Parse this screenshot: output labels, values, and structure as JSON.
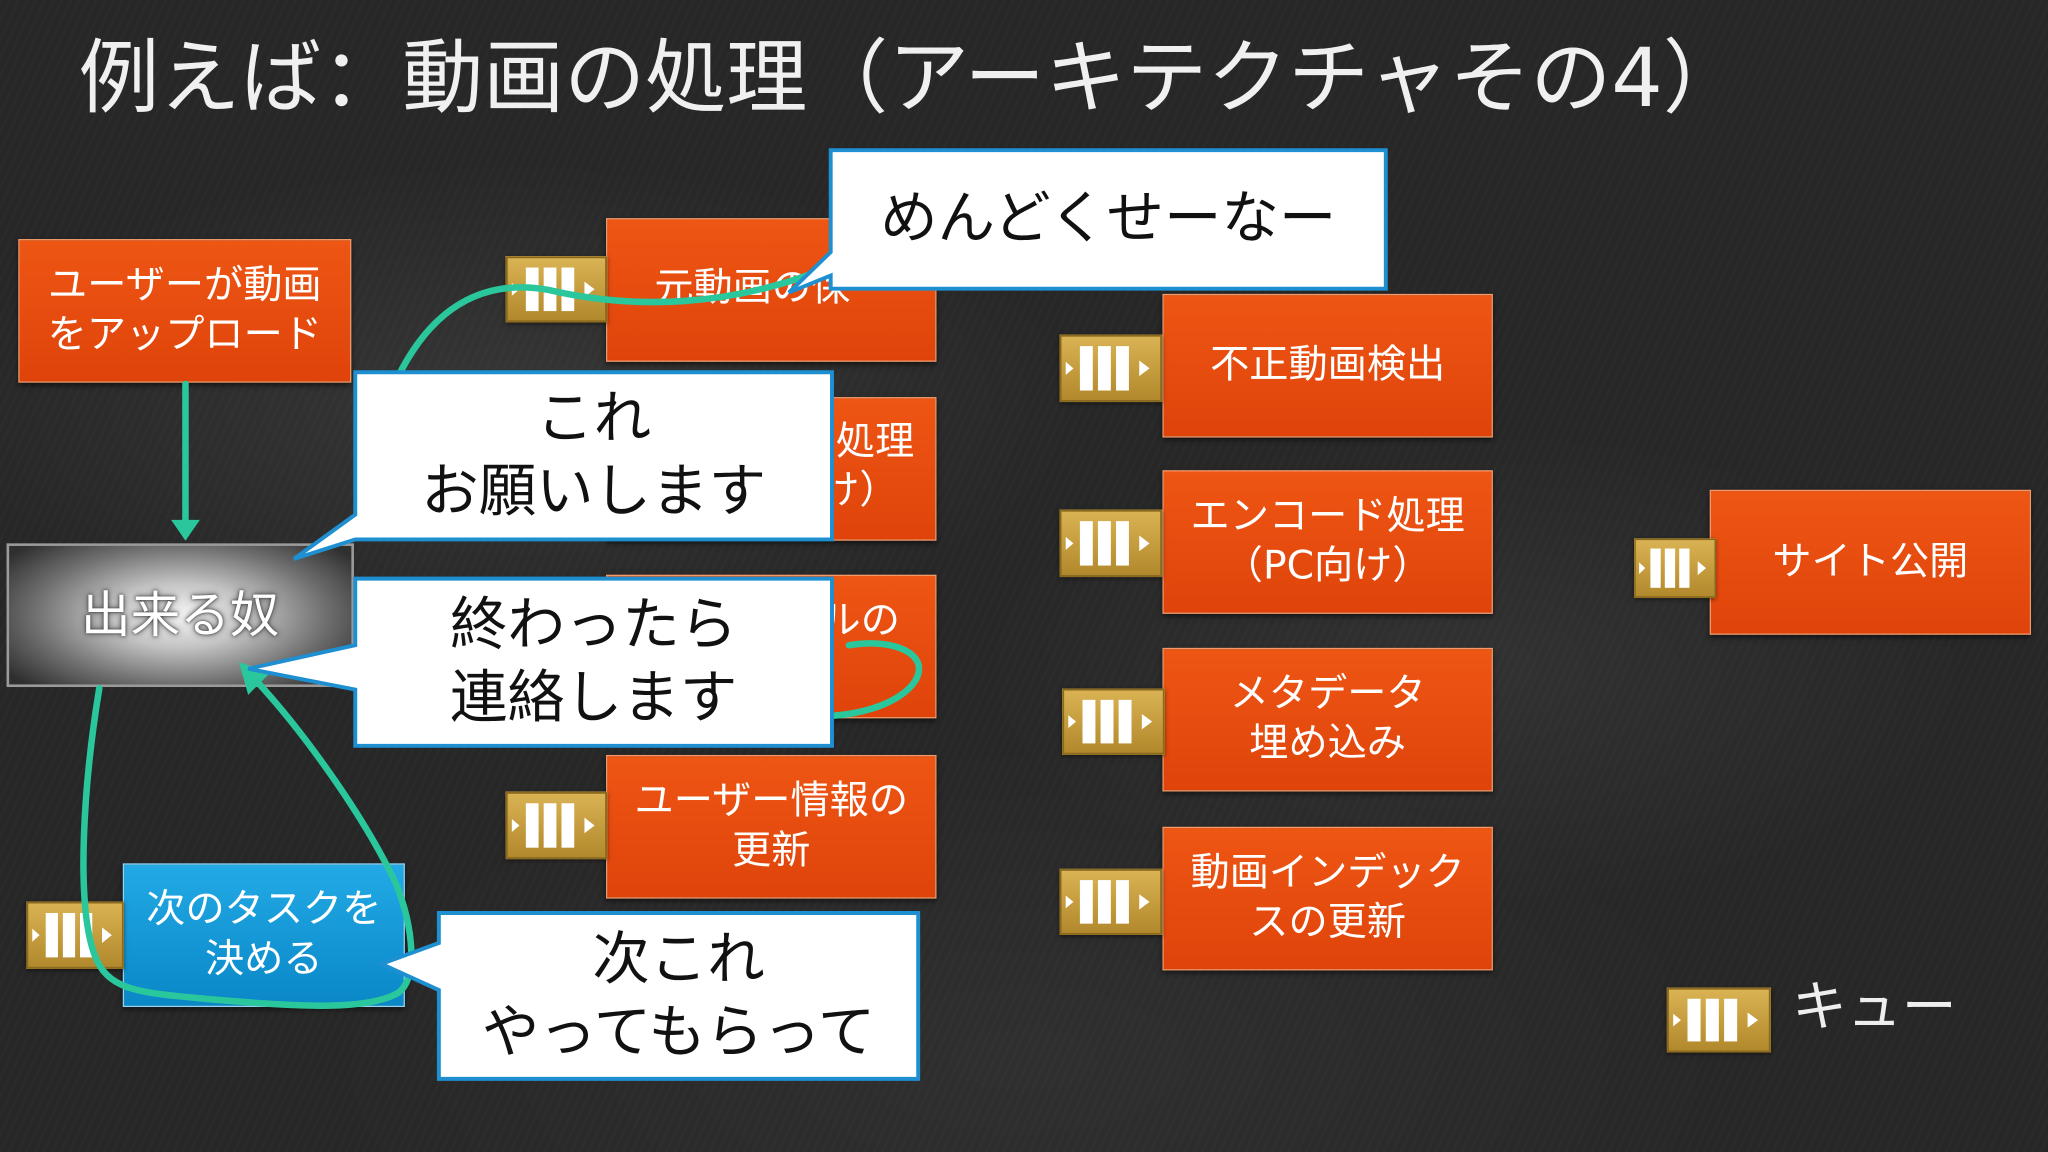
{
  "slide": {
    "title": "例えば：動画の処理（アーキテクチャその4）"
  },
  "boxes": {
    "upload": [
      "ユーザーが動画",
      "をアップロード"
    ],
    "worker": "出来る奴",
    "decide": [
      "次のタスクを",
      "決める"
    ],
    "store": "元動画の保",
    "proc2": [
      "処理",
      "け）"
    ],
    "proc3": "ルの",
    "user_info": [
      "ユーザー情報の",
      "更新"
    ],
    "fraud": "不正動画検出",
    "encode": [
      "エンコード処理",
      "（PC向け）"
    ],
    "meta": [
      "メタデータ",
      "埋め込み"
    ],
    "index": [
      "動画インデック",
      "スの更新"
    ],
    "publish": "サイト公開"
  },
  "callouts": {
    "complaint": "めんどくせーなー",
    "request": [
      "これ",
      "お願いします"
    ],
    "report": [
      "終わったら",
      "連絡します"
    ],
    "next": [
      "次これ",
      "やってもらって"
    ]
  },
  "legend": {
    "icon": "queue-icon",
    "label": "キュー"
  },
  "colors": {
    "background": "#272727",
    "box_orange": "#ee5614",
    "box_blue": "#22aae5",
    "queue_gold": "#dbb455",
    "callout_border": "#1e8fd0",
    "arrow_green": "#2bc79c",
    "title_text": "#f0f0f0"
  }
}
